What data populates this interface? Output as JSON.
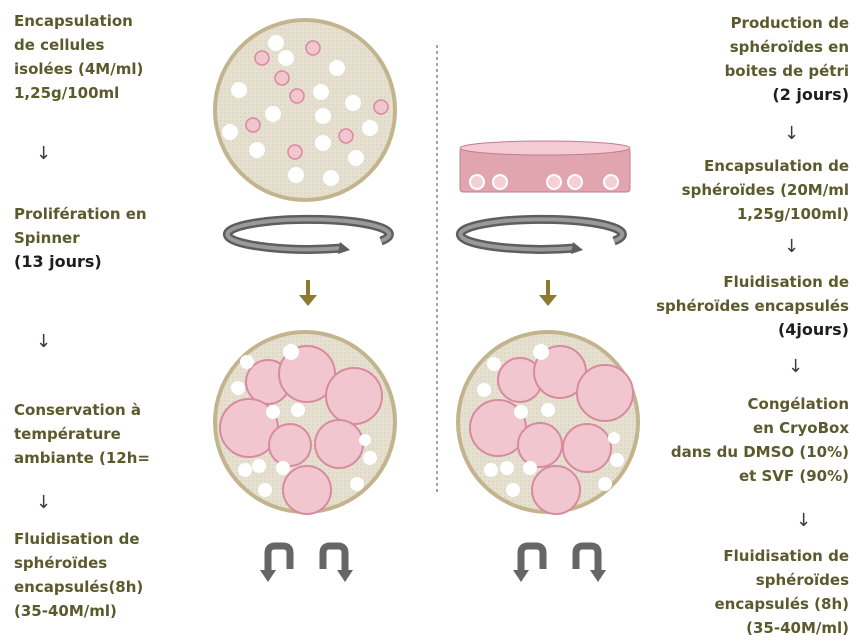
{
  "left_steps": {
    "step1": [
      "Encapsulation",
      "de cellules",
      "isolées (4M/ml)",
      "1,25g/100ml"
    ],
    "step2": [
      "Prolifération en",
      "Spinner"
    ],
    "step2_duration": "(13 jours)",
    "step3": [
      "Conservation à",
      "température",
      "ambiante (12h="
    ],
    "step4": [
      "Fluidisation de",
      "sphéroïdes",
      "encapsulés(8h)",
      "(35-40M/ml)"
    ]
  },
  "right_steps": {
    "step1": [
      "Production de",
      "sphéroïdes en",
      "boites de pétri"
    ],
    "step1_duration": "(2 jours)",
    "step2": [
      "Encapsulation de",
      "sphéroïdes (20M/ml",
      "1,25g/100ml)"
    ],
    "step3": [
      "Fluidisation de",
      "sphéroïdes encapsulés"
    ],
    "step3_duration": "(4jours)",
    "step4": [
      "Congélation",
      "en CryoBox",
      "dans du DMSO (10%)",
      "et SVF (90%)"
    ],
    "step5": [
      "Fluidisation de",
      "sphéroïdes",
      "encapsulés (8h)",
      "(35-40M/ml)"
    ]
  },
  "arrow_glyph": "↓",
  "colors": {
    "text": "#5a5a2c",
    "emphasis": "#1e1e1e",
    "disc_fill": "#e6e0d0",
    "disc_border": "#c2b58e",
    "pink": "#f2c6cf",
    "pink_border": "#d88a9e",
    "ring": "#6e6e6e",
    "olive_arrow": "#8c7a2e"
  }
}
